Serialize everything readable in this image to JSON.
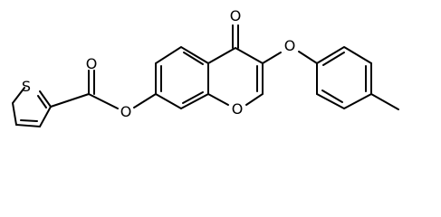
{
  "molecule": {
    "atom_labels": {
      "thiophene_sulfur": "S",
      "ester_carbonyl_oxygen": "O",
      "ester_bridge_oxygen": "O",
      "chromone_ketone_oxygen": "O",
      "ether_bridge_oxygen": "O",
      "ring_oxygen": "O"
    },
    "colors": {
      "bond": "#000000",
      "label": "#000000",
      "background": "#ffffff"
    }
  }
}
